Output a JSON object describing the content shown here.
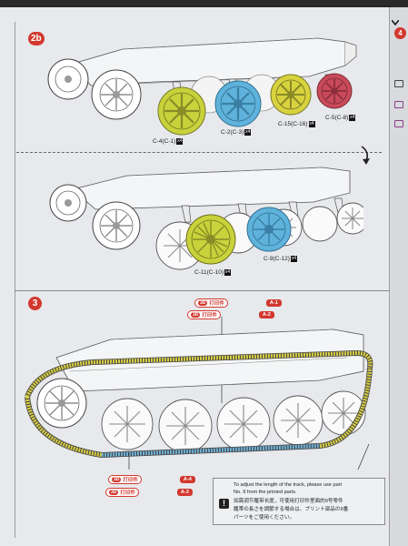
{
  "steps": {
    "step_2b": "2b",
    "step_3": "3"
  },
  "step_2b_top": {
    "parts": [
      {
        "label": "C-4(C-1)",
        "badge": "x4"
      },
      {
        "label": "C-2(C-3)",
        "badge": "x4"
      },
      {
        "label": "C-15(C-16)",
        "badge": "x4"
      },
      {
        "label": "C-5(C-8)",
        "badge": "x4"
      }
    ],
    "wheel_colors": [
      "#c8d23a",
      "#5fb2dc",
      "#d8d23e",
      "#c94a5a"
    ]
  },
  "step_2b_bottom": {
    "parts": [
      {
        "label": "C-11(C-10)",
        "badge": "x4"
      },
      {
        "label": "C-9(C-12)",
        "badge": "x4"
      }
    ],
    "wheel_colors": [
      "#c8d23a",
      "#5fb2dc"
    ]
  },
  "step_3": {
    "callouts_top": [
      {
        "logo": "3D",
        "text": "打印件",
        "code": "A-1"
      },
      {
        "logo": "3D",
        "text": "打印件",
        "code": "A-2"
      }
    ],
    "callouts_bottom": [
      {
        "logo": "3D",
        "text": "打印件",
        "code": "A-4"
      },
      {
        "logo": "3D",
        "text": "打印件",
        "code": "A-3"
      }
    ],
    "track_colors": {
      "upper": "#d7cf45",
      "lower": "#6fb0d4"
    }
  },
  "note": {
    "warning_symbol": "!",
    "line_en_1": "To adjust the length of the track, please use part",
    "line_en_2": "No. 9 from the printed parts.",
    "line_zh": "如需调节履带长度，可使用打印件里面的9号零件",
    "line_ja_1": "履帯の長さを調節する場合は、プリント部品の9番",
    "line_ja_2": "パーツをご使用ください。"
  },
  "next_page": {
    "step": "4"
  }
}
